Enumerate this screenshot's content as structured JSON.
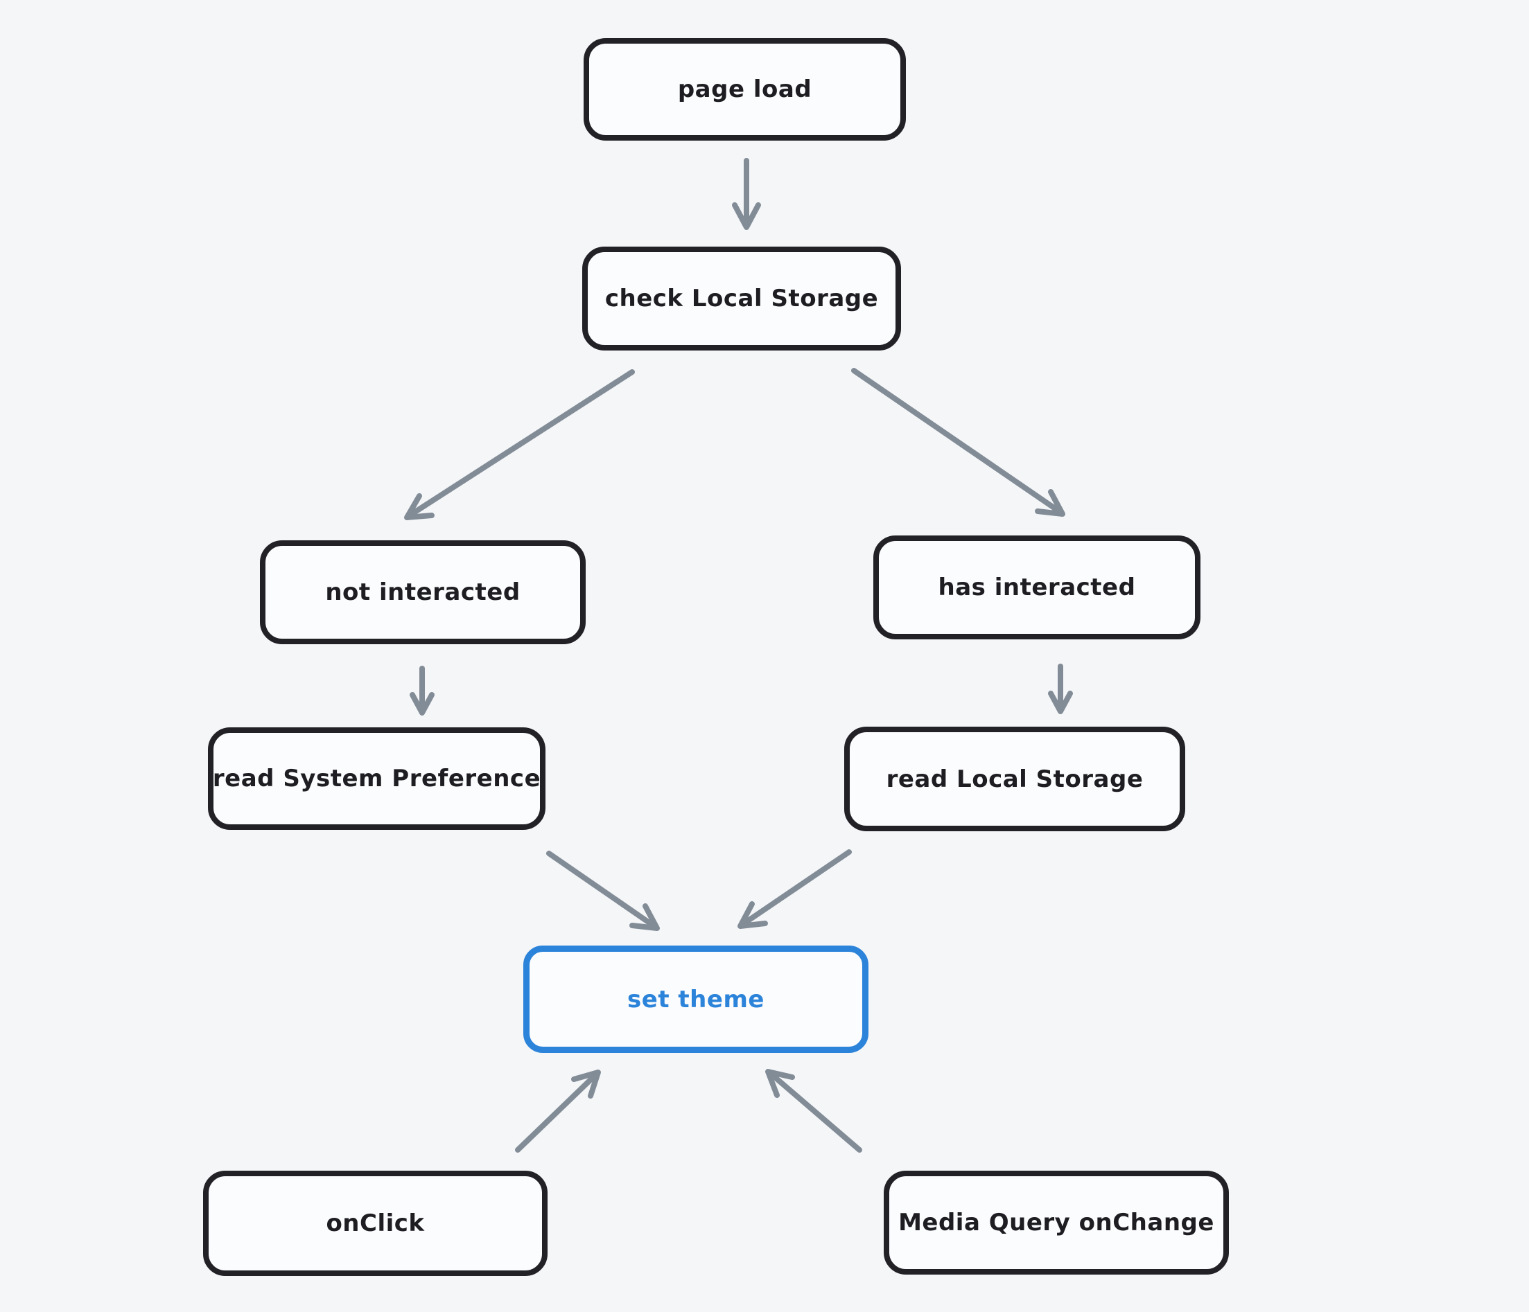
{
  "diagram": {
    "type": "flowchart",
    "colors": {
      "background": "#f5f6f8",
      "node_fill": "#fbfcfd",
      "node_stroke": "#212126",
      "accent": "#2b83da",
      "arrow": "#828c97",
      "text": "#1e1e22"
    },
    "nodes": {
      "page_load": {
        "label": "page load"
      },
      "check_local_storage": {
        "label": "check Local Storage"
      },
      "not_interacted": {
        "label": "not interacted"
      },
      "has_interacted": {
        "label": "has interacted"
      },
      "read_system_preference": {
        "label": "read System Preference"
      },
      "read_local_storage": {
        "label": "read Local Storage"
      },
      "set_theme": {
        "label": "set theme",
        "highlighted": true
      },
      "onclick": {
        "label": "onClick"
      },
      "media_query_onchange": {
        "label": "Media Query onChange"
      }
    },
    "edges": [
      {
        "from": "page_load",
        "to": "check_local_storage"
      },
      {
        "from": "check_local_storage",
        "to": "not_interacted"
      },
      {
        "from": "check_local_storage",
        "to": "has_interacted"
      },
      {
        "from": "not_interacted",
        "to": "read_system_preference"
      },
      {
        "from": "has_interacted",
        "to": "read_local_storage"
      },
      {
        "from": "read_system_preference",
        "to": "set_theme"
      },
      {
        "from": "read_local_storage",
        "to": "set_theme"
      },
      {
        "from": "onclick",
        "to": "set_theme"
      },
      {
        "from": "media_query_onchange",
        "to": "set_theme"
      }
    ]
  }
}
